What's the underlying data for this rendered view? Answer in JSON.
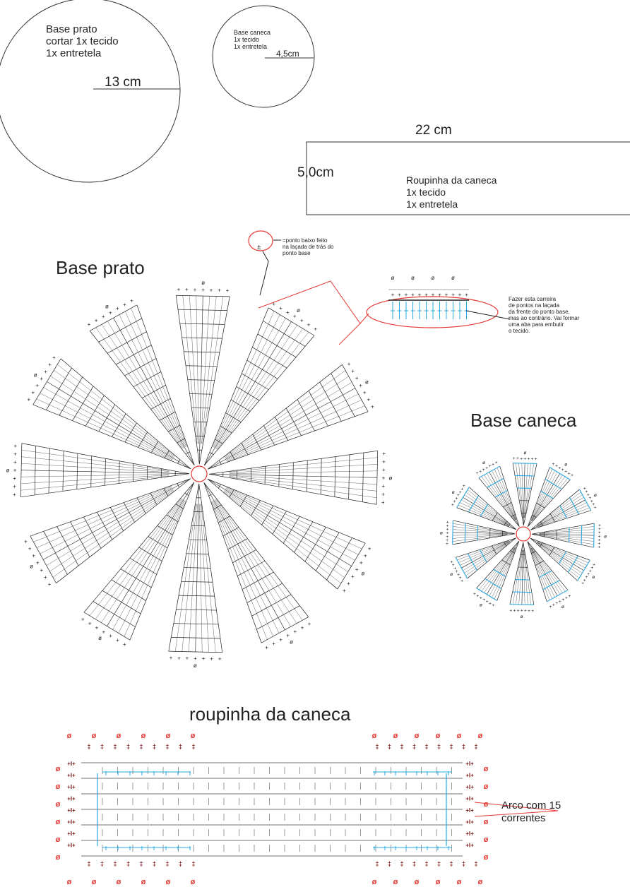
{
  "templates": {
    "plate_base": {
      "lines": [
        "Base prato",
        "cortar 1x tecido",
        "1x entretela"
      ],
      "dimension": "13 cm"
    },
    "mug_base": {
      "lines": [
        "Base caneca",
        "1x tecido",
        "1x entretela"
      ],
      "dimension": "4,5cm"
    },
    "mug_cover": {
      "width_label": "22 cm",
      "height_label": "5,0cm",
      "lines": [
        "Roupinha da caneca",
        "1x tecido",
        "1x entretela"
      ]
    }
  },
  "diagrams": {
    "plate": {
      "title": "Base prato",
      "wedges": 12
    },
    "mug": {
      "title": "Base caneca",
      "wedges": 12
    },
    "cover": {
      "title": "roupinha da caneca"
    }
  },
  "notes": {
    "ponto_baixo": [
      "=ponto baixo feito",
      "na laçada de trás do",
      "ponto base"
    ],
    "fazer": [
      "Fazer esta carreira",
      "de pontos na laçada",
      "da frente do ponto base,",
      "mas ao contrário. Vai formar",
      "uma aba para embutir",
      "o tecido."
    ],
    "arco": [
      "Arco com 15",
      "correntes"
    ]
  },
  "colors": {
    "ink": "#222222",
    "accent_red": "#e53935",
    "stitch_blue": "#29a8e0",
    "dark_red": "#7a1a1a"
  }
}
